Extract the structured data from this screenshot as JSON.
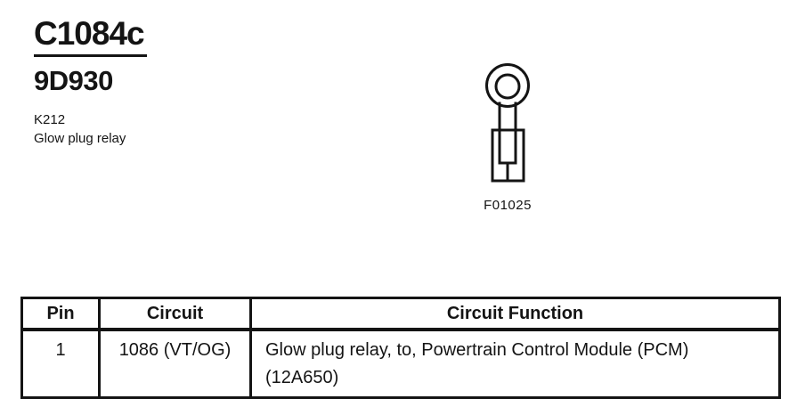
{
  "header": {
    "connector_id": "C1084c",
    "part_number": "9D930",
    "component_code": "K212",
    "component_name": "Glow plug relay"
  },
  "figure": {
    "icon": "ring-terminal-connector-icon",
    "caption": "F01025"
  },
  "pin_table": {
    "headers": [
      "Pin",
      "Circuit",
      "Circuit Function"
    ],
    "rows": [
      {
        "pin": "1",
        "circuit": "1086 (VT/OG)",
        "function": "Glow plug relay, to, Powertrain Control Module (PCM) (12A650)"
      }
    ]
  },
  "colors": {
    "ink": "#141414",
    "background": "#ffffff"
  }
}
